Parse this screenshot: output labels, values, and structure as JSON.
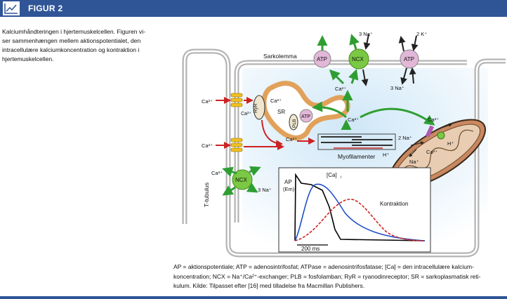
{
  "figure": {
    "label": "FIGUR 2"
  },
  "caption": {
    "lines": [
      "Kalciumhåndteringen i hjertemuskelcellen. Figuren vi-",
      "ser sammenhængen mellem aktionspotentialet, den",
      "intracellulære kalciumkoncentration og kontraktion i",
      "hjertemuskelcellen."
    ]
  },
  "diagram": {
    "sarkolemma": "Sarkolemma",
    "ttubulus": "T-tubulus",
    "sr": "SR",
    "ryr": "RyR",
    "plb": "PLB",
    "atp": "ATP",
    "ncx": "NCX",
    "myofilamenter": "Myofilamenter",
    "ca": "Ca",
    "ca2": "Ca²⁺",
    "na3": "3 Na⁺",
    "k2": "2 K⁺",
    "na2": "2 Na⁺",
    "h": "H⁺",
    "na": "Na⁺"
  },
  "chart_data": {
    "type": "line",
    "series": [
      {
        "name": "AP (Em)",
        "style": "black"
      },
      {
        "name": "[Ca]i",
        "style": "blue"
      },
      {
        "name": "Kontraktion",
        "style": "red-dashed"
      }
    ],
    "labels": {
      "ap": "AP",
      "em": "(Em)",
      "ca": "[Ca]",
      "ca_sub": "i",
      "kontraktion": "Kontraktion"
    },
    "scalebar": "200 ms"
  },
  "abbreviations": {
    "lines": [
      "AP = aktionspotentiale; ATP = adenosintrifosfat; ATPase = adenosintrifosfatase; [Ca] = den intracellulære kalcium-",
      "koncentration; NCX = Na⁺/Ca²⁺-exchanger; PLB = fosfolamban; RyR = ryanodinreceptor; SR = sarkoplasmatisk reti-",
      "kulum. Kilde: Tilpasset efter [16] med tilladelse fra Macmillan Publishers."
    ]
  },
  "colors": {
    "header": "#2f5597",
    "ca_arrow": "#cc2222",
    "ncx": "#7ac843",
    "atp": "#e2b7d8",
    "sr": "#e1a15b",
    "mito": "#c98860"
  }
}
